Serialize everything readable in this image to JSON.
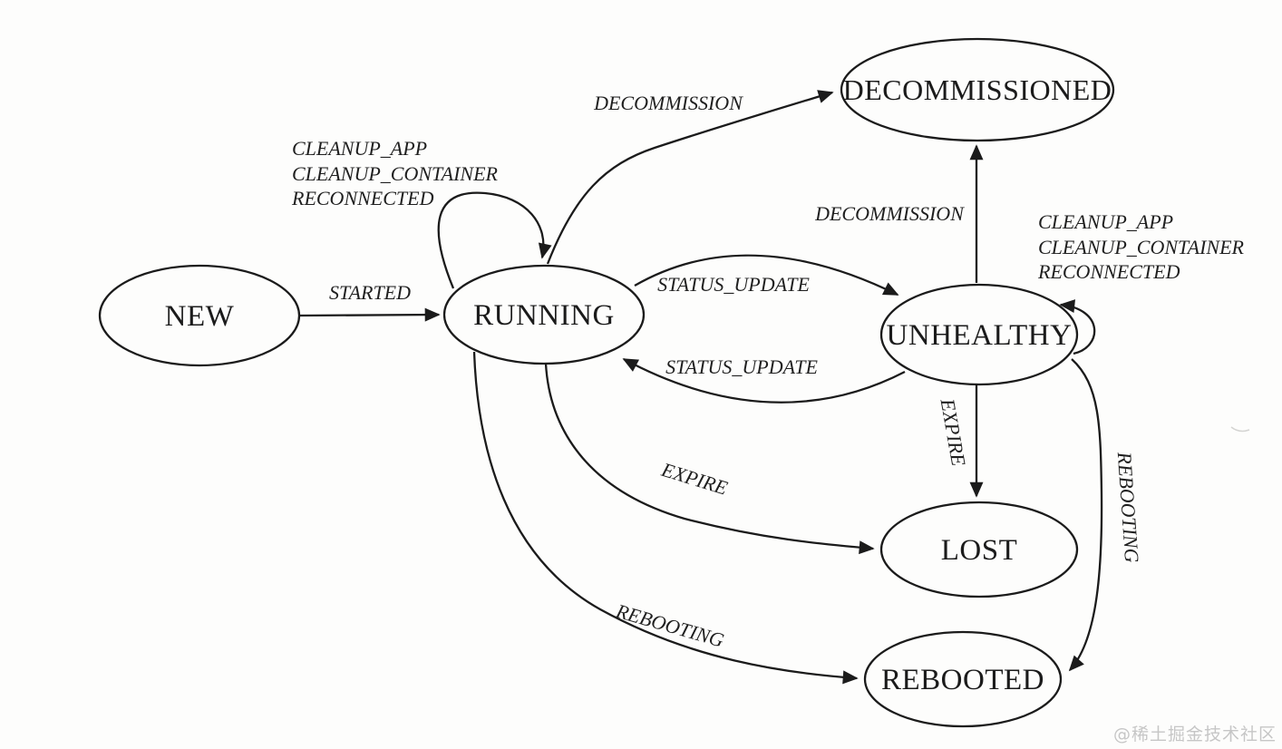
{
  "diagram": {
    "states": {
      "new": "NEW",
      "running": "RUNNING",
      "decommissioned": "DECOMMISSIONED",
      "unhealthy": "UNHEALTHY",
      "lost": "LOST",
      "rebooted": "REBOOTED"
    },
    "labels": {
      "started": "STARTED",
      "decommission_from_running": "DECOMMISSION",
      "decommission_from_unhealthy": "DECOMMISSION",
      "status_update_to_unhealthy": "STATUS_UPDATE",
      "status_update_to_running": "STATUS_UPDATE",
      "expire_from_unhealthy": "EXPIRE",
      "expire_from_running": "EXPIRE",
      "rebooting_from_running": "REBOOTING",
      "rebooting_from_unhealthy": "REBOOTING",
      "running_self_loop": [
        "CLEANUP_APP",
        "CLEANUP_CONTAINER",
        "RECONNECTED"
      ],
      "unhealthy_self_loop": [
        "CLEANUP_APP",
        "CLEANUP_CONTAINER",
        "RECONNECTED"
      ]
    },
    "colors": {
      "ink": "#1b1b1b",
      "background": "#fdfdfc",
      "watermark": "#c6c6c6"
    }
  },
  "watermark": "@稀土掘金技术社区"
}
